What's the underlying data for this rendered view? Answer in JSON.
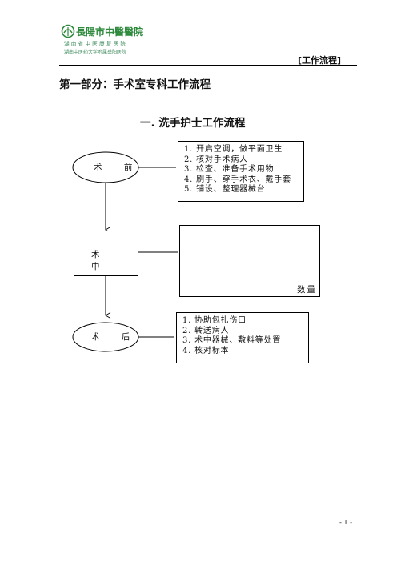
{
  "header": {
    "logo_title": "長陽市中醫醫院",
    "logo_line1": "湖南省中医康复医院",
    "logo_line2": "湖南中医药大学附属岳阳医院",
    "tag": "[工作流程]"
  },
  "part_title": "第一部分：手术室专科工作流程",
  "section_title": "一. 洗手护士工作流程",
  "flow": {
    "pre": {
      "label": "术 前",
      "items": [
        "1. 开启空调，做平面卫生",
        "2. 核对手术病人",
        "3. 检查、准备手术用物",
        "4. 刷手、穿手术衣、戴手套",
        "5. 铺设、整理器械台"
      ]
    },
    "mid": {
      "label": "术 中",
      "note": "数量"
    },
    "post": {
      "label": "术 后",
      "items": [
        "1. 协助包扎伤口",
        "2. 转送病人",
        "3. 术中器械、敷料等处置",
        "4. 核对标本"
      ]
    }
  },
  "page_number": "- 1 -",
  "colors": {
    "logo_green": "#2e8a3c",
    "logo_text": "#3c8a5a"
  }
}
